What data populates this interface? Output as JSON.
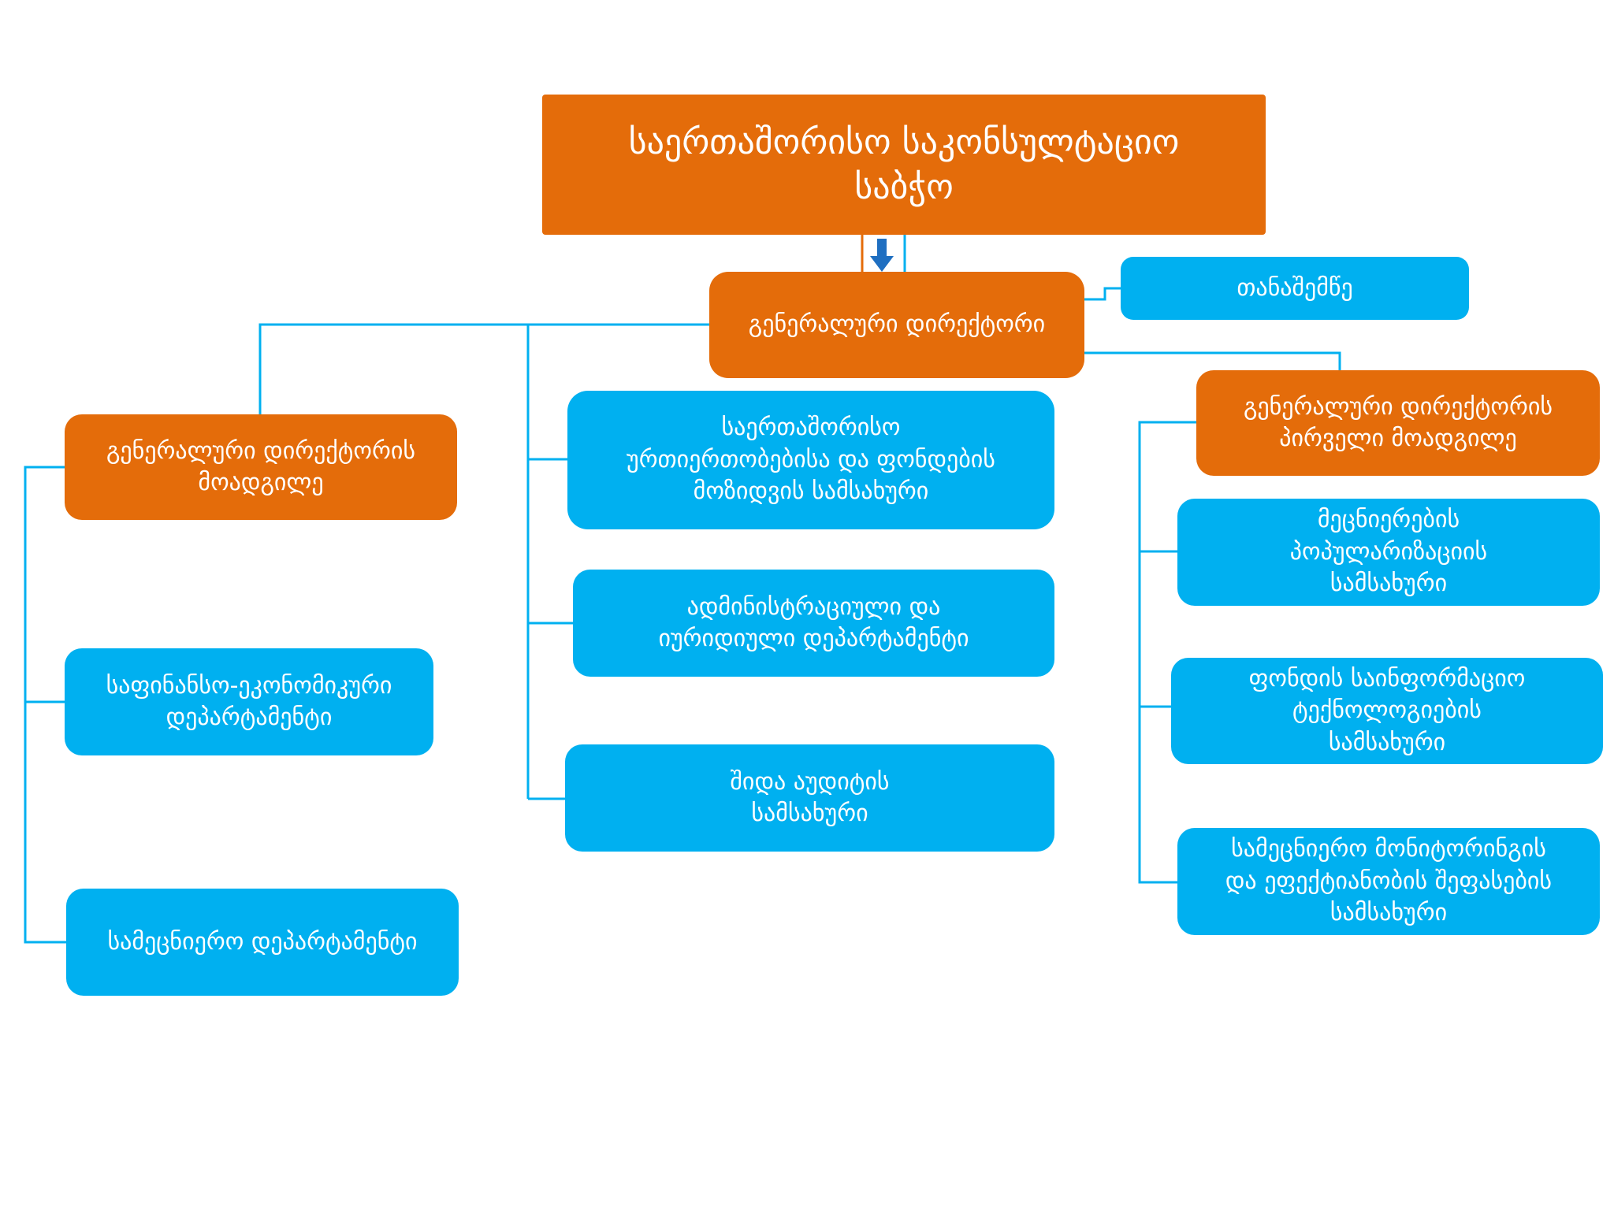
{
  "colors": {
    "orange": "#e46c0a",
    "blue": "#00b0f0",
    "connector": "#00b0f0",
    "arrow": "#1f6fc1"
  },
  "icons": {
    "down_arrow": "down-arrow-icon"
  },
  "nodes": {
    "council": "საერთაშორისო საკონსულტაციო\nსაბჭო",
    "director_general": "გენერალური დირექტორი",
    "partner": "თანაშემწე",
    "deputy": "გენერალური დირექტორის\nმოადგილე",
    "first_deputy": "გენერალური დირექტორის\nპირველი მოადგილე",
    "international_relations": "საერთაშორისო\nურთიერთობებისა და ფონდების\nმოზიდვის სამსახური",
    "admin_legal": "ადმინისტრაციული და\nიურიდიული დეპარტამენტი",
    "internal_audit": "შიდა აუდიტის\nსამსახური",
    "finance_economic": "საფინანსო-ეკონომიკური\nდეპარტამენტი",
    "scientific_dept": "სამეცნიერო დეპარტამენტი",
    "science_popularization": "მეცნიერების\nპოპულარიზაციის\nსამსახური",
    "it_service": "ფონდის საინფორმაციო\nტექნოლოგიების\nსამსახური",
    "monitoring": "სამეცნიერო მონიტორინგის\nდა ეფექტიანობის შეფასების\nსამსახური"
  }
}
